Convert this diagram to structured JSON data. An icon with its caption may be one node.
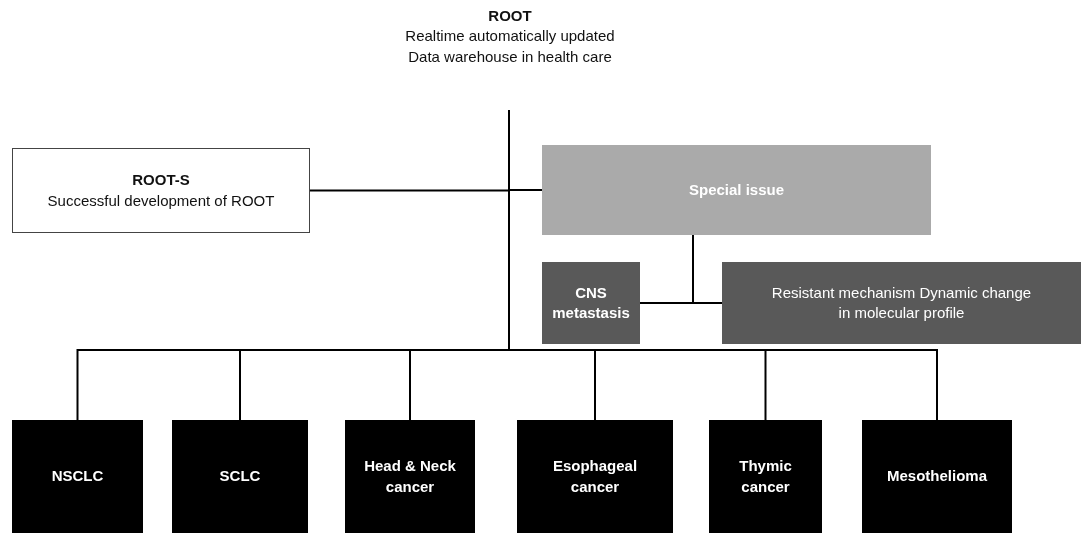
{
  "diagram": {
    "nodes": [
      {
        "text": [
          "ROOT",
          "Realtime automatically updated Data warehouse in health care"
        ]
      },
      {
        "text": [
          "ROOT-S",
          "Successful development of ROOT"
        ]
      },
      {
        "text": [
          "Special issue"
        ]
      },
      {
        "text": [
          "CNS metastasis"
        ]
      },
      {
        "text": [
          "Resistant mechanism Dynamic change in molecular profile"
        ]
      },
      {
        "text": [
          "NSCLC"
        ]
      },
      {
        "text": [
          "SCLC"
        ]
      },
      {
        "text": [
          "Head & Neck cancer"
        ]
      },
      {
        "text": [
          "Esophageal cancer"
        ]
      },
      {
        "text": [
          "Thymic cancer"
        ]
      },
      {
        "text": [
          "Mesothelioma"
        ]
      }
    ],
    "edges": [
      {
        "from": 0,
        "to": 1,
        "arrow": "none"
      },
      {
        "from": 0,
        "to": 2,
        "arrow": "none"
      },
      {
        "from": 2,
        "to": 3,
        "arrow": "none"
      },
      {
        "from": 2,
        "to": 4,
        "arrow": "none"
      },
      {
        "from": 0,
        "to": 5,
        "arrow": "none"
      },
      {
        "from": 0,
        "to": 6,
        "arrow": "none"
      },
      {
        "from": 0,
        "to": 7,
        "arrow": "none"
      },
      {
        "from": 0,
        "to": 8,
        "arrow": "none"
      },
      {
        "from": 0,
        "to": 9,
        "arrow": "none"
      },
      {
        "from": 0,
        "to": 10,
        "arrow": "none"
      }
    ]
  }
}
